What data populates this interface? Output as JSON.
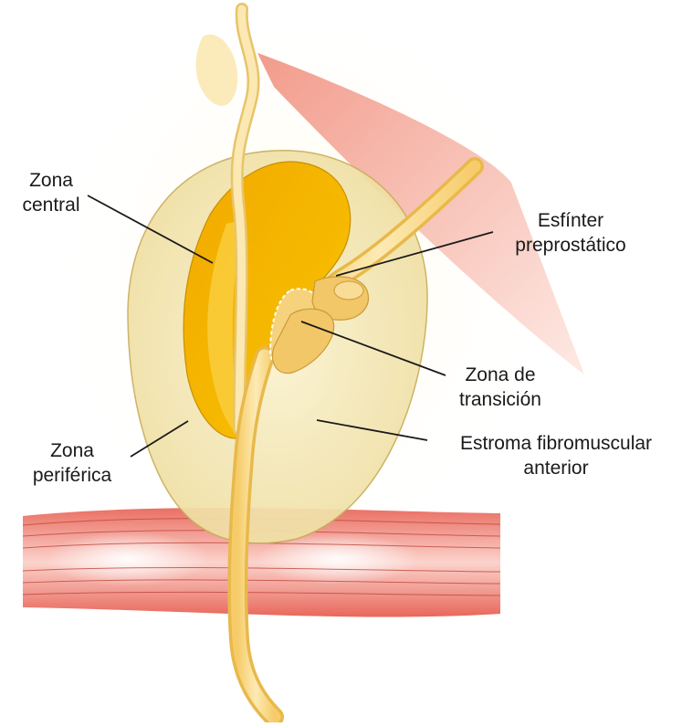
{
  "labels": {
    "central_zone": [
      "Zona",
      "central"
    ],
    "preprostatic_sphincter": [
      "Esfínter",
      "preprostático"
    ],
    "transition_zone": [
      "Zona de",
      "transición"
    ],
    "peripheral_zone": [
      "Zona",
      "periférica"
    ],
    "anterior_fibromuscular_stroma": [
      "Estroma fibromuscular",
      "anterior"
    ]
  },
  "colors": {
    "prostate_capsule": "#f3e7b4",
    "central_zone_fill": "#f5b800",
    "urethra": "#f9d98a",
    "muscle_band": "#ef8a80",
    "bladder_wall": "#f2a18f",
    "leader_lines": "#1a1a1a"
  }
}
